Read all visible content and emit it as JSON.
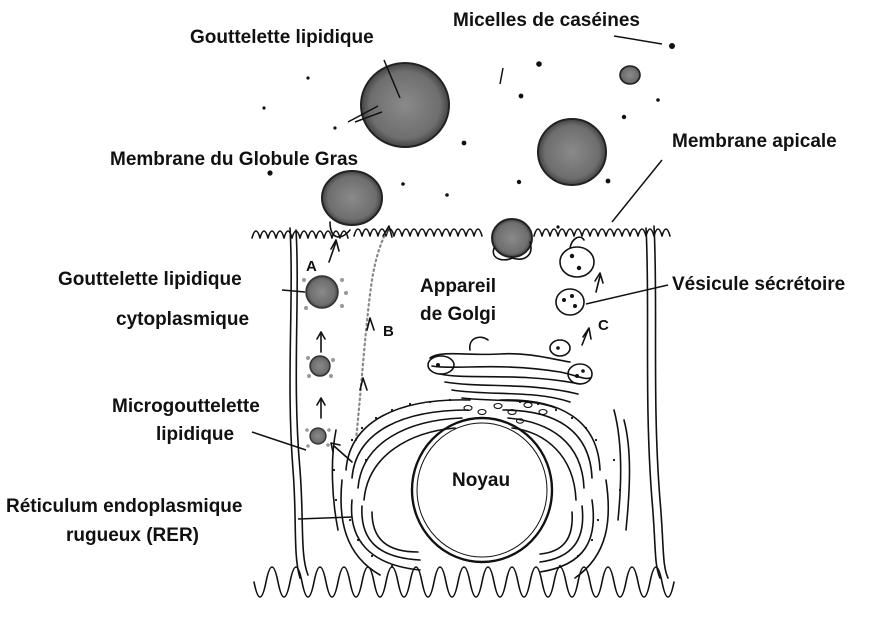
{
  "labels": {
    "gouttelette_lipidique": "Gouttelette lipidique",
    "micelles_caseines": "Micelles de caséines",
    "membrane_globule_gras": "Membrane du Globule Gras",
    "membrane_apicale": "Membrane apicale",
    "gouttelette_cytoplasmique_1": "Gouttelette lipidique",
    "gouttelette_cytoplasmique_2": "cytoplasmique",
    "appareil_golgi_1": "Appareil",
    "appareil_golgi_2": "de Golgi",
    "vesicule_secretoire": "Vésicule sécrétoire",
    "microgouttelette_1": "Microgouttelette",
    "microgouttelette_2": "lipidique",
    "noyau": "Noyau",
    "rer_1": "Réticulum endoplasmique",
    "rer_2": "rugueux (RER)",
    "pathway_a": "A",
    "pathway_b": "B",
    "pathway_c": "C"
  },
  "colors": {
    "ink": "#111111",
    "lipid_gray": "#7a7a7a",
    "lipid_dark": "#4a4a4a",
    "background": "#ffffff"
  }
}
